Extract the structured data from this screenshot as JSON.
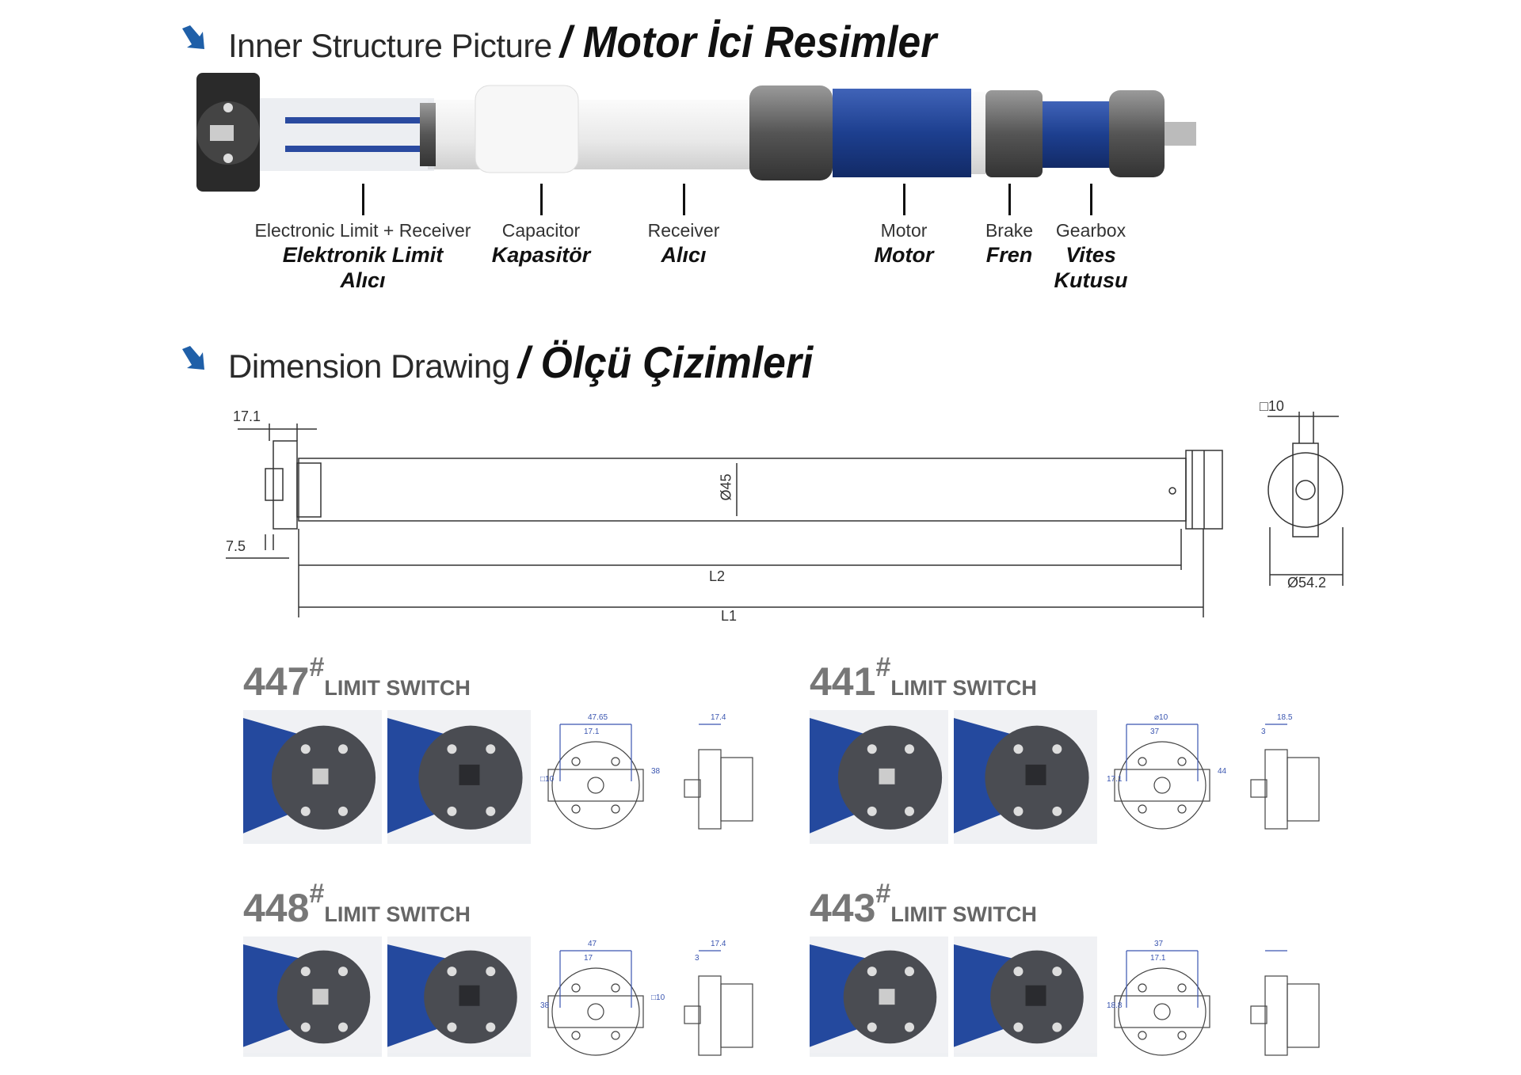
{
  "inner_structure": {
    "title_en": "Inner Structure Picture",
    "title_tr": "/ Motor İci Resimler",
    "components": [
      {
        "en": "Electronic Limit + Receiver",
        "tr1": "Elektronik Limit",
        "tr2": "Alıcı"
      },
      {
        "en": "Capacitor",
        "tr1": "Kapasitör",
        "tr2": ""
      },
      {
        "en": "Receiver",
        "tr1": "Alıcı",
        "tr2": ""
      },
      {
        "en": "Motor",
        "tr1": "Motor",
        "tr2": ""
      },
      {
        "en": "Brake",
        "tr1": "Fren",
        "tr2": ""
      },
      {
        "en": "Gearbox",
        "tr1": "Vites",
        "tr2": "Kutusu"
      }
    ]
  },
  "dimension": {
    "title_en": "Dimension Drawing",
    "title_tr": "/ Ölçü Çizimleri",
    "labels": {
      "d171": "17.1",
      "d75": "7.5",
      "d45": "Ø45",
      "l2": "L2",
      "l1": "L1",
      "sq10": "□10",
      "d542": "Ø54.2"
    }
  },
  "limit_switches": [
    {
      "number": "447",
      "hash": "#",
      "label": "LIMIT SWITCH",
      "dims": [
        "47.65",
        "17.1",
        "□10",
        "38",
        "17.4"
      ]
    },
    {
      "number": "441",
      "hash": "#",
      "label": "LIMIT SWITCH",
      "dims": [
        "⌀10",
        "37",
        "17.1",
        "44",
        "18.5",
        "3"
      ]
    },
    {
      "number": "448",
      "hash": "#",
      "label": "LIMIT SWITCH",
      "dims": [
        "47",
        "17",
        "38",
        "□10",
        "17.4",
        "3"
      ]
    },
    {
      "number": "443",
      "hash": "#",
      "label": "LIMIT SWITCH",
      "dims": [
        "37",
        "17.1",
        "18.8"
      ]
    }
  ],
  "colors": {
    "accent_arrow": "#1f5fa8",
    "motor_blue": "#1d3f8f",
    "dim_blue": "#3a55b0"
  }
}
